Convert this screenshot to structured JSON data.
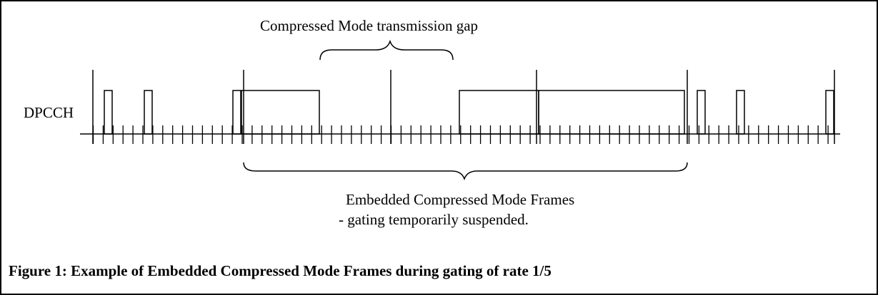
{
  "diagram": {
    "top_label": "Compressed Mode transmission gap",
    "channel_label": "DPCCH",
    "bottom_label_line1": "Embedded Compressed Mode Frames",
    "bottom_label_line2": "- gating temporarily suspended.",
    "caption": "Figure 1:  Example of Embedded Compressed Mode Frames during gating of rate 1/5"
  }
}
